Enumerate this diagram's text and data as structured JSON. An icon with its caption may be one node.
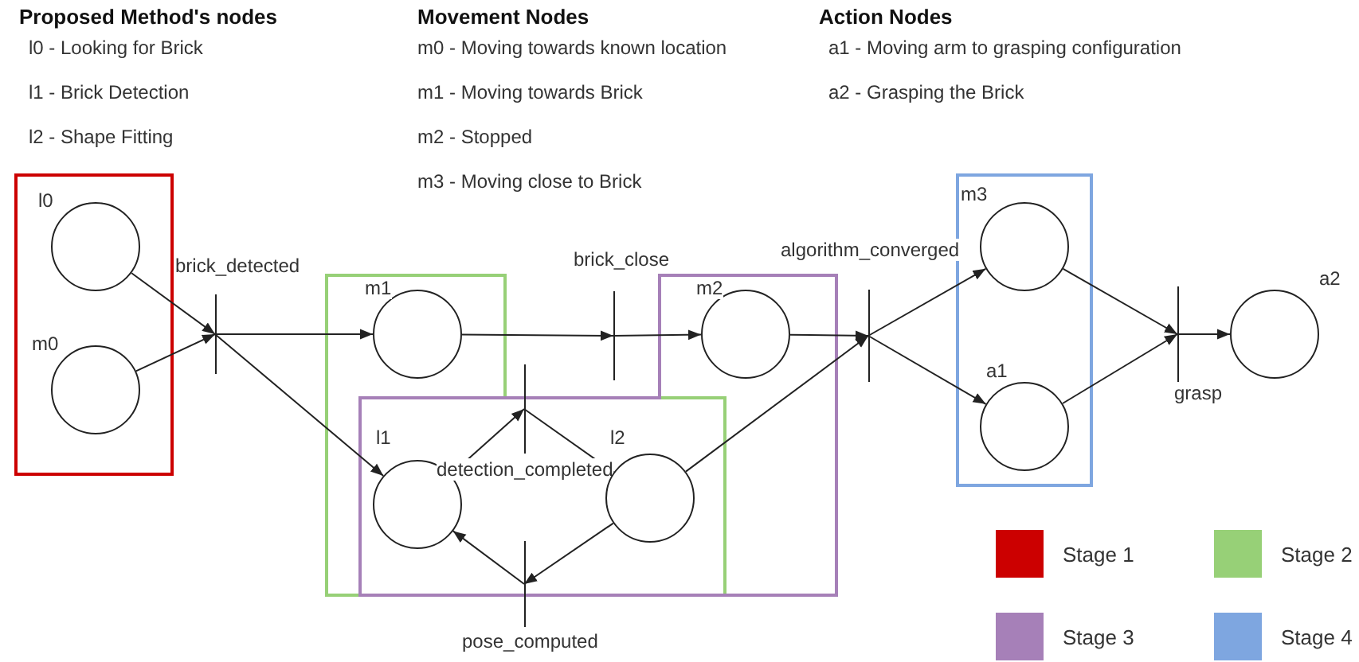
{
  "diagram": {
    "nodes": [
      {
        "text": [
          "l0"
        ]
      },
      {
        "text": [
          "m0"
        ]
      },
      {
        "text": [
          "brick_detected"
        ]
      },
      {
        "text": [
          "m1"
        ]
      },
      {
        "text": [
          "l1"
        ]
      },
      {
        "text": [
          "detection_completed"
        ]
      },
      {
        "text": [
          "l2"
        ]
      },
      {
        "text": [
          "pose_computed"
        ]
      },
      {
        "text": [
          "brick_close"
        ]
      },
      {
        "text": [
          "m2"
        ]
      },
      {
        "text": [
          "algorithm_converged"
        ]
      },
      {
        "text": [
          "m3"
        ]
      },
      {
        "text": [
          "a1"
        ]
      },
      {
        "text": [
          "grasp"
        ]
      },
      {
        "text": [
          "a2"
        ]
      }
    ],
    "edges": [
      {
        "from": 0,
        "to": 2,
        "arrow": "to"
      },
      {
        "from": 1,
        "to": 2,
        "arrow": "to"
      },
      {
        "from": 2,
        "to": 3,
        "arrow": "to"
      },
      {
        "from": 2,
        "to": 4,
        "arrow": "to"
      },
      {
        "from": 4,
        "to": 5,
        "arrow": "to"
      },
      {
        "from": 5,
        "to": 6,
        "arrow": "to"
      },
      {
        "from": 6,
        "to": 7,
        "arrow": "to"
      },
      {
        "from": 7,
        "to": 4,
        "arrow": "to"
      },
      {
        "from": 3,
        "to": 8,
        "arrow": "to"
      },
      {
        "from": 8,
        "to": 9,
        "arrow": "to"
      },
      {
        "from": 9,
        "to": 10,
        "arrow": "to"
      },
      {
        "from": 6,
        "to": 10,
        "arrow": "to"
      },
      {
        "from": 10,
        "to": 11,
        "arrow": "to"
      },
      {
        "from": 10,
        "to": 12,
        "arrow": "to"
      },
      {
        "from": 11,
        "to": 13,
        "arrow": "to"
      },
      {
        "from": 12,
        "to": 13,
        "arrow": "to"
      },
      {
        "from": 13,
        "to": 14,
        "arrow": "to"
      }
    ],
    "labels": [
      "Proposed Method's nodes",
      "l0 - Looking for Brick",
      "l1 - Brick Detection",
      "l2 - Shape Fitting",
      "Movement Nodes",
      "m0 - Moving towards known location",
      "m1 - Moving towards Brick",
      "m2 - Stopped",
      "m3 - Moving close to Brick",
      "Action Nodes",
      "a1 - Moving arm to grasping configuration",
      "a2 - Grasping the Brick"
    ],
    "legend": [
      {
        "text": "Stage 1",
        "color": "#cc0000"
      },
      {
        "text": "Stage 2",
        "color": "#97d077"
      },
      {
        "text": "Stage 3",
        "color": "#a680b8"
      },
      {
        "text": "Stage 4",
        "color": "#7ea6e0"
      }
    ]
  }
}
